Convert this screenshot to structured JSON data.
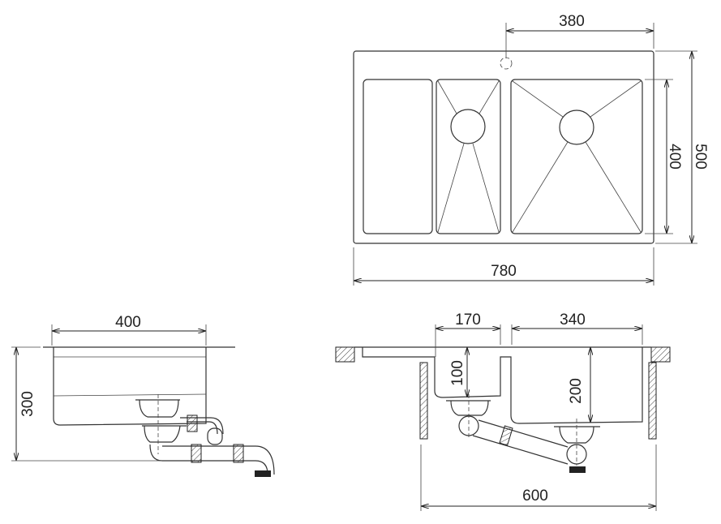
{
  "title": "Double bowl sink with drainer - technical drawing",
  "dimensions": {
    "top_view": {
      "tap_offset": "380",
      "overall_width": "780",
      "bowl_depth": "400",
      "overall_depth": "500"
    },
    "side_view": {
      "bowl_width": "400",
      "total_height": "300"
    },
    "front_view": {
      "small_bowl_width": "170",
      "large_bowl_width": "340",
      "small_bowl_depth": "100",
      "large_bowl_depth": "200",
      "cabinet_width": "600"
    }
  },
  "colors": {
    "line": "#333333",
    "background": "#ffffff"
  }
}
